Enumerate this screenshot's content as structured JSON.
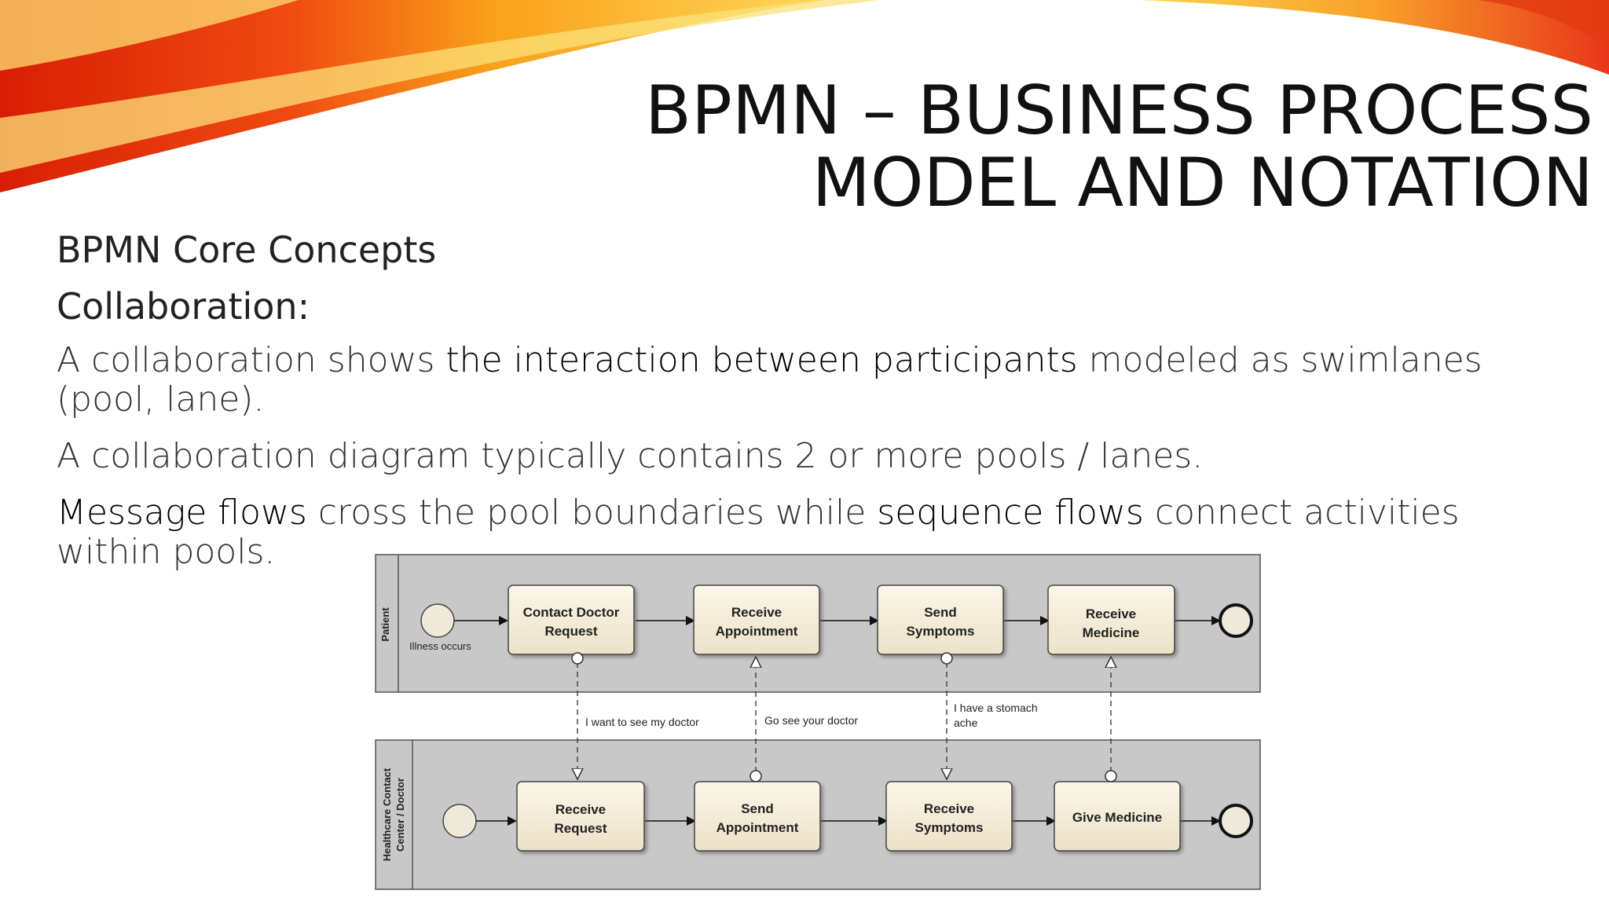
{
  "title_lines": [
    "BPMN – BUSINESS PROCESS",
    "MODEL AND NOTATION"
  ],
  "heading1": "BPMN Core Concepts",
  "heading2": "Collaboration:",
  "para1": {
    "pre": "A collaboration shows ",
    "strong": "the interaction between participants",
    "post": " modeled as swimlanes (pool, lane)."
  },
  "para2": "A collaboration diagram typically contains 2 or more pools / lanes.",
  "para3": {
    "strong1": "Message flows",
    "mid": " cross the pool boundaries while ",
    "strong2": "sequence flows",
    "post": " connect activities within pools."
  },
  "diagram": {
    "pool_patient": "Patient",
    "pool_doctor_line1": "Healthcare Contact",
    "pool_doctor_line2": "Center / Doctor",
    "start_event_label": "Illness occurs",
    "patient_tasks": [
      [
        "Contact Doctor",
        "Request"
      ],
      [
        "Receive",
        "Appointment"
      ],
      [
        "Send",
        "Symptoms"
      ],
      [
        "Receive",
        "Medicine"
      ]
    ],
    "doctor_tasks": [
      [
        "Receive",
        "Request"
      ],
      [
        "Send",
        "Appointment"
      ],
      [
        "Receive",
        "Symptoms"
      ],
      [
        "Give Medicine"
      ]
    ],
    "messages": [
      "I want to see my doctor",
      "Go see your doctor",
      "I have a stomach",
      "ache"
    ]
  }
}
